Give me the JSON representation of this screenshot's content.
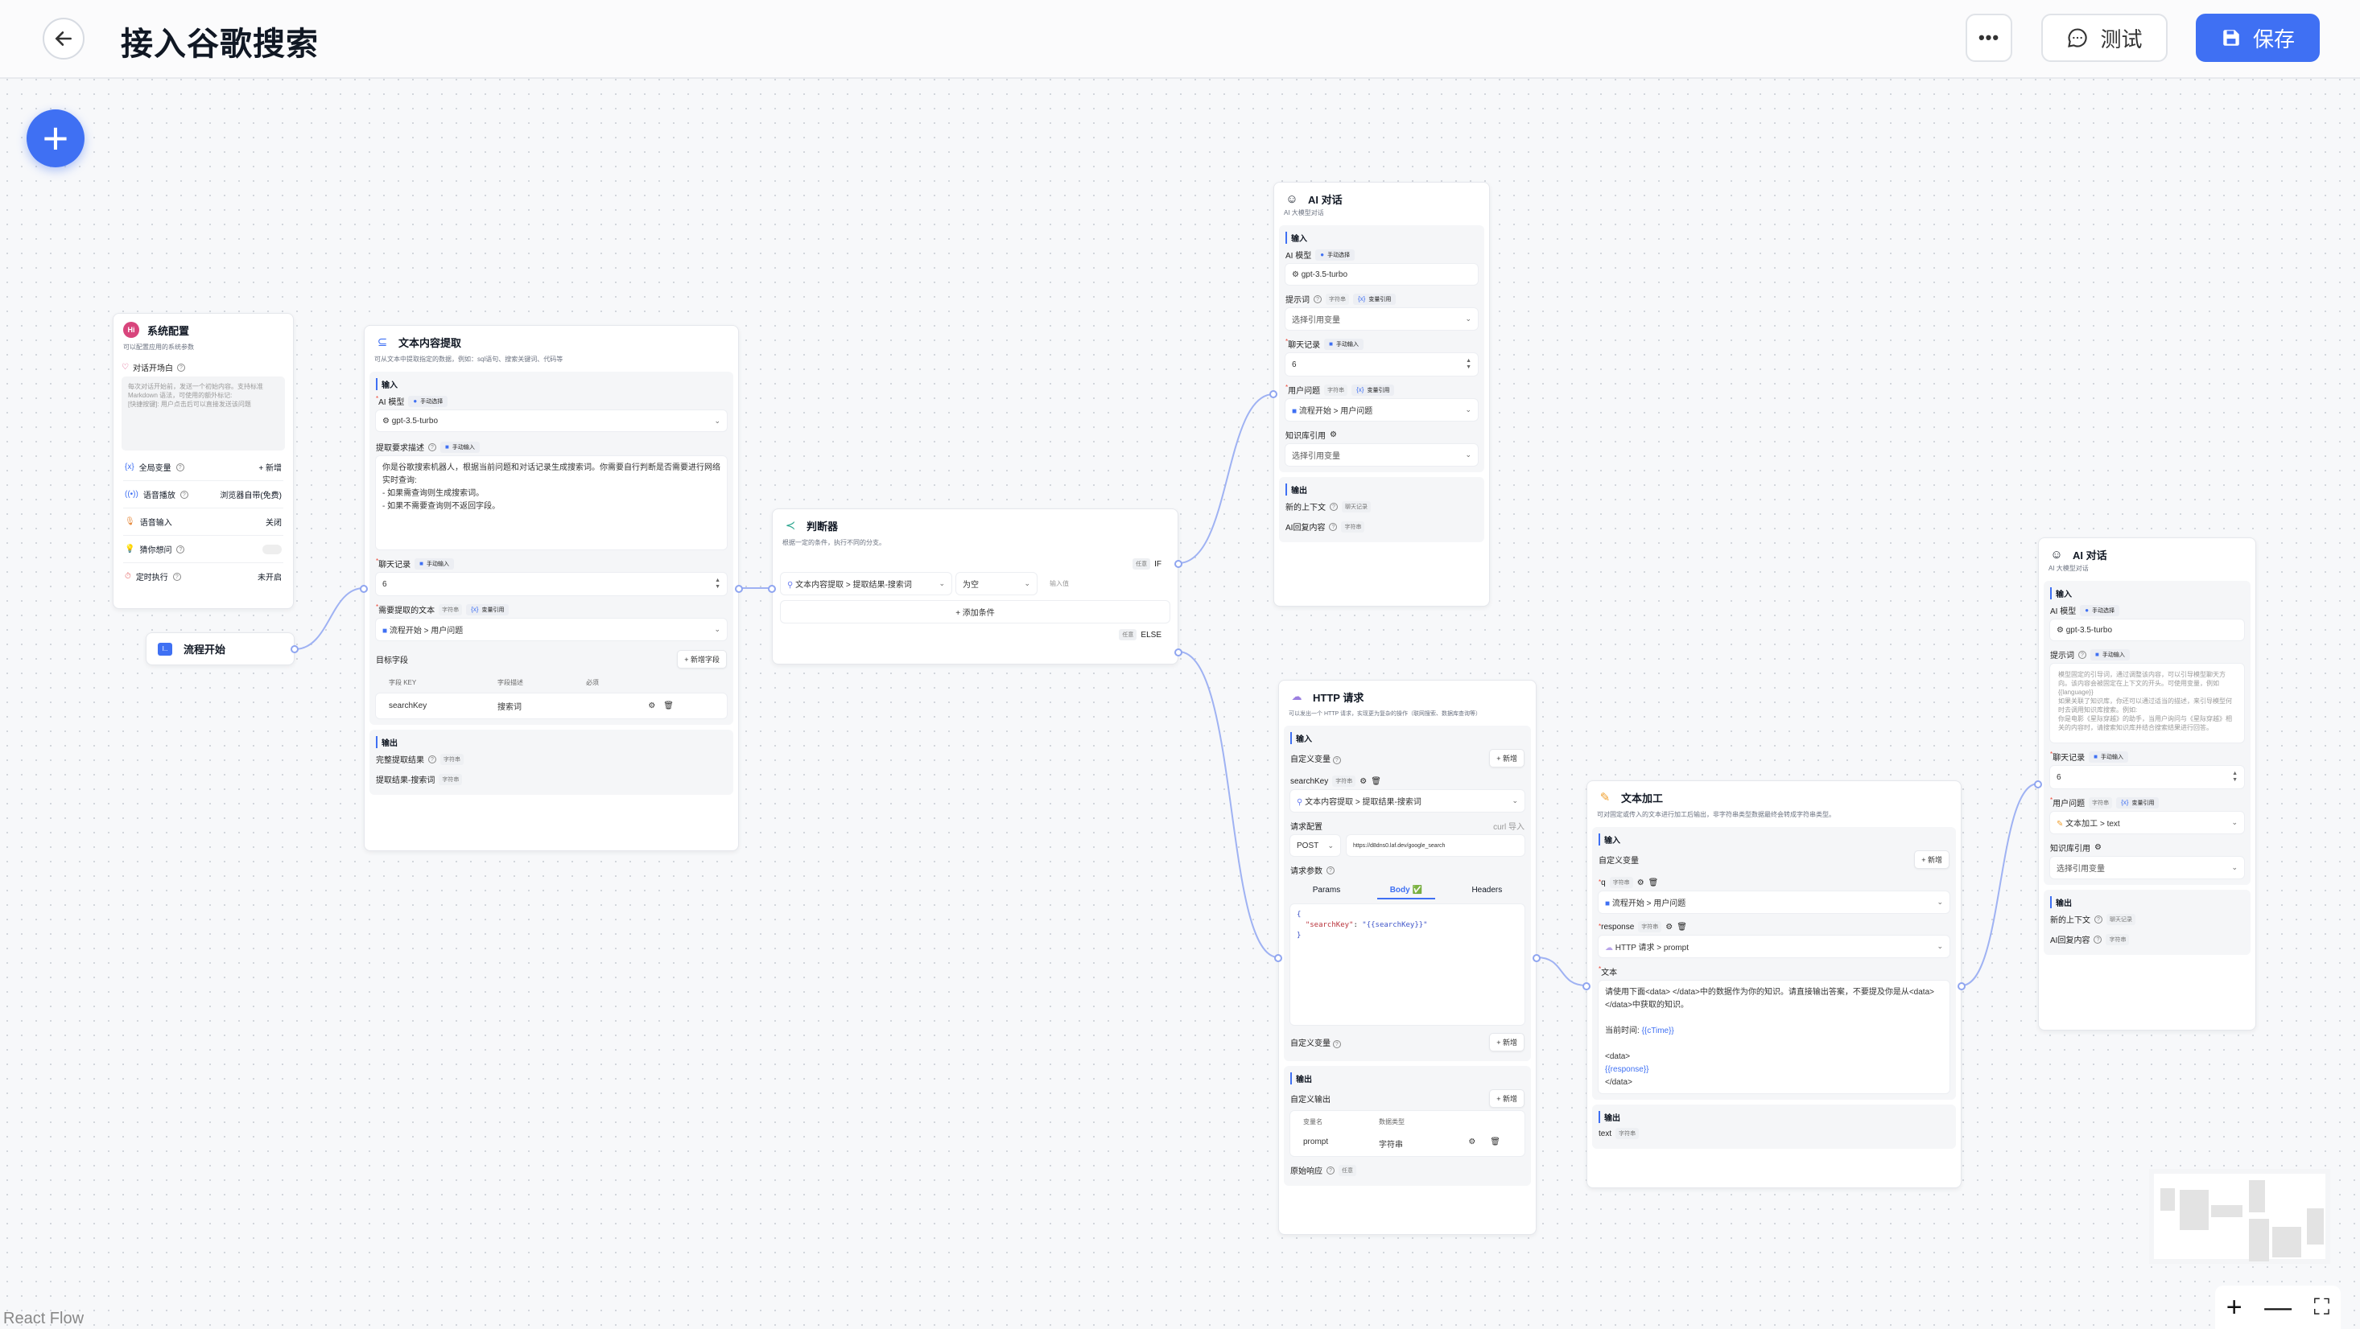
{
  "header": {
    "title": "接入谷歌搜索",
    "test_label": "测试",
    "save_label": "保存",
    "accent": "#3f70f3"
  },
  "system_config": {
    "title": "系统配置",
    "desc": "可以配置应用的系统参数",
    "welcome_label": "对话开场白",
    "welcome_placeholder": "每次对话开始前，发送一个初始内容。支持标准 Markdown 语法，可使用的额外标记:\n[快捷按键]: 用户点击后可以直接发送该问题",
    "items": [
      {
        "icon": "variable-icon",
        "label": "全局变量",
        "value": "+ 新增"
      },
      {
        "icon": "speaker-icon",
        "label": "语音播放",
        "value": "浏览器自带(免费)"
      },
      {
        "icon": "microphone-icon",
        "label": "语音输入",
        "value": "关闭"
      },
      {
        "icon": "lightbulb-icon",
        "label": "猜你想问",
        "value": ""
      },
      {
        "icon": "timer-icon",
        "label": "定时执行",
        "value": "未开启"
      }
    ],
    "guess_enabled": false
  },
  "start": {
    "title": "流程开始"
  },
  "extract": {
    "title": "文本内容提取",
    "desc": "可从文本中提取指定的数据，例如：sql语句、搜索关键词、代码等",
    "input": "输入",
    "model_label": "AI 模型",
    "model_mode": "手动选择",
    "model": "gpt-3.5-turbo",
    "desc_label": "提取要求描述",
    "desc_mode": "手动输入",
    "prompt": "你是谷歌搜索机器人，根据当前问题和对话记录生成搜索词。你需要自行判断是否需要进行网络实时查询:\n- 如果需查询则生成搜索词。\n- 如果不需要查询则不返回字段。",
    "history_label": "聊天记录",
    "history_mode": "手动输入",
    "history": "6",
    "text_label": "需要提取的文本",
    "text_type": "字符串",
    "text_mode": "变量引用",
    "text_ref": "流程开始 > 用户问题",
    "fields_label": "目标字段",
    "add_field": "+ 新增字段",
    "cols": [
      "字段 KEY",
      "字段描述",
      "必须"
    ],
    "fields": [
      {
        "key": "searchKey",
        "desc": "搜索词"
      }
    ],
    "output": "输出",
    "outputs": [
      {
        "label": "完整提取结果",
        "type": "字符串"
      },
      {
        "label": "提取结果-搜索词",
        "type": "字符串"
      }
    ]
  },
  "judge": {
    "title": "判断器",
    "desc": "根据一定的条件，执行不同的分支。",
    "any": "任意",
    "if": "IF",
    "else": "ELSE",
    "cond_ref": "文本内容提取 > 提取结果-搜索词",
    "cond_op": "为空",
    "cond_value_placeholder": "输入值",
    "add_cond": "+  添加条件"
  },
  "ai1": {
    "title": "AI 对话",
    "desc": "AI 大模型对话",
    "input": "输入",
    "model_label": "AI 模型",
    "model_mode": "手动选择",
    "model": "gpt-3.5-turbo",
    "prompt_label": "提示词",
    "prompt_type": "字符串",
    "prompt_mode": "变量引用",
    "prompt_select": "选择引用变量",
    "history_label": "聊天记录",
    "history_mode": "手动输入",
    "history": "6",
    "question_label": "用户问题",
    "question_type": "字符串",
    "question_mode": "变量引用",
    "question_ref": "流程开始 > 用户问题",
    "kb_label": "知识库引用",
    "kb_select": "选择引用变量",
    "output": "输出",
    "outputs": [
      {
        "label": "新的上下文",
        "type": "聊天记录"
      },
      {
        "label": "AI回复内容",
        "type": "字符串"
      }
    ]
  },
  "http": {
    "title": "HTTP 请求",
    "desc": "可以发出一个 HTTP 请求，实现更为复杂的操作（联网搜索、数据库查询等）",
    "input": "输入",
    "custom_var": "自定义变量",
    "add": "+ 新增",
    "var_name": "searchKey",
    "var_type": "字符串",
    "var_ref": "文本内容提取 > 提取结果-搜索词",
    "req_label": "请求配置",
    "curl": "curl 导入",
    "method": "POST",
    "url": "https://d8dns0.laf.dev/google_search",
    "params_label": "请求参数",
    "tabs": [
      "Params",
      "Body ✅",
      "Headers"
    ],
    "active_tab": 1,
    "body_open": "{",
    "body_key": "\"searchKey\"",
    "body_val": "\"{{searchKey}}\"",
    "body_close": "}",
    "output": "输出",
    "custom_out": "自定义输出",
    "out_cols": [
      "变量名",
      "数据类型"
    ],
    "out_rows": [
      {
        "name": "prompt",
        "type": "字符串"
      }
    ],
    "raw_label": "原始响应",
    "raw_type": "任意"
  },
  "textproc": {
    "title": "文本加工",
    "desc": "可对固定或传入的文本进行加工后输出，非字符串类型数据最终会转成字符串类型。",
    "input": "输入",
    "custom_var": "自定义变量",
    "add": "+ 新增",
    "vars": [
      {
        "name": "q",
        "type": "字符串",
        "ref": "流程开始 > 用户问题"
      },
      {
        "name": "response",
        "type": "字符串",
        "ref": "HTTP 请求 > prompt"
      }
    ],
    "text_label": "文本",
    "text_1": "请使用下面<data> </data>中的数据作为你的知识。请直接输出答案，不要提及你是从<data> </data>中获取的知识。",
    "text_time": "当前时间: ",
    "text_ctime": "{{cTime}}",
    "text_open": "<data>",
    "text_resp": "{{response}}",
    "text_close": "</data>",
    "output": "输出",
    "out_name": "text",
    "out_type": "字符串"
  },
  "ai2": {
    "title": "AI 对话",
    "desc": "AI 大模型对话",
    "input": "输入",
    "model_label": "AI 模型",
    "model_mode": "手动选择",
    "model": "gpt-3.5-turbo",
    "prompt_label": "提示词",
    "prompt_mode": "手动输入",
    "prompt_placeholder": "模型固定的引导词，通过调整该内容，可以引导模型聊天方向。该内容会被固定在上下文的开头。可使用变量，例如 {{language}}\n如果关联了知识库，你还可以通过适当的描述，来引导模型何时去调用知识库搜索。例如:\n你是电影《星际穿越》的助手，当用户询问与《星际穿越》相关的内容时，请搜索知识库并结合搜索结果进行回答。",
    "history_label": "聊天记录",
    "history_mode": "手动输入",
    "history": "6",
    "question_label": "用户问题",
    "question_type": "字符串",
    "question_mode": "变量引用",
    "question_ref": "文本加工 > text",
    "kb_label": "知识库引用",
    "kb_select": "选择引用变量",
    "output": "输出",
    "outputs": [
      {
        "label": "新的上下文",
        "type": "聊天记录"
      },
      {
        "label": "AI回复内容",
        "type": "字符串"
      }
    ]
  },
  "footer": {
    "brand": "React Flow",
    "zoom_in": "+",
    "zoom_out": "—",
    "fit": "⛶"
  }
}
